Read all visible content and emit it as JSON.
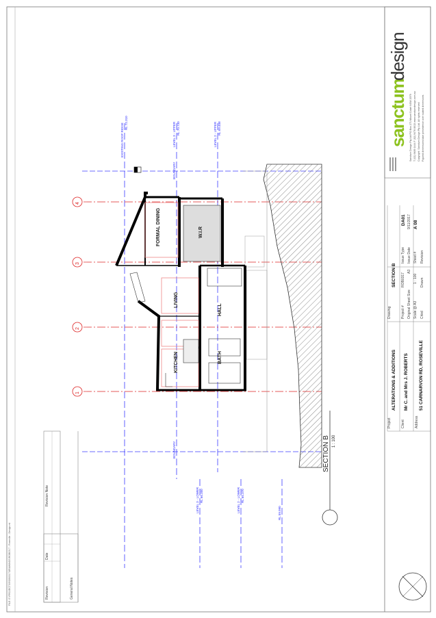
{
  "company": {
    "name_part1": "sanctum",
    "name_part2": "design",
    "address": "Sanctum Design Pty Ltd  PO Box 271  Mount Colah  NSW  2079",
    "contact": "T (02) 9489 1444  F (02) 9476 8013  www.sanctumdesign.com.au",
    "copyright": "Copyright: Sanctum Design Pty Ltd. All rights reserved",
    "note": "Figured dimensions take precedence over scaled dimensions"
  },
  "title_block": {
    "project_label": "Project",
    "project": "ALTERATIONS & ADDITIONS",
    "client_label": "Client",
    "client": "Mr C. and Mrs J. ROBERTS",
    "address_label": "Address",
    "address": "51 CARNARVON RD, ROSEVILLE",
    "drawing_label": "Drawing",
    "drawing": "SECTION B",
    "project_no_label": "Project #",
    "project_no": "ROB0317",
    "issue_type_label": "Issue Type",
    "issue_type": "DA01",
    "sheet_size_label": "Original Sheet Size",
    "sheet_size": "A3",
    "issue_date_label": "Issue Date",
    "issue_date": "9/11/2017",
    "scale_label": "Scale @ A3",
    "scale": "1 : 100",
    "sheet_no_label": "Sheet #",
    "sheet_no": "A 08",
    "revision_label": "Revision",
    "checked_label": "Chkd",
    "drawn_label": "Drawn"
  },
  "revisions": {
    "revision_col": "Revision",
    "date_col": "Date",
    "notes_col": "Revision Note",
    "general_notes": "General Notes"
  },
  "file_path": "FILE: E:\\PROJECTS\\ROB0317\\DRAWINGS\\ROB0317 - Roseville - Design.rvt",
  "section": {
    "title": "SECTION B",
    "scale": "1 : 100"
  },
  "gridlines": [
    "1",
    "2",
    "3",
    "4"
  ],
  "levels": [
    {
      "name": "EXISTING ROOF RIDGE",
      "rl": "RL 72.310"
    },
    {
      "name": "LEVEL 3 - UPPER",
      "rl": "RL 70.730"
    },
    {
      "name": "LEVEL 2 - UPPER",
      "rl": "RL 69.408"
    },
    {
      "name": "LEVEL 3 - LOWER",
      "rl": "RL 66.350"
    },
    {
      "name": "LEVEL 2 - LOWER",
      "rl": "RL 65.370"
    },
    {
      "name": "RL 59.990",
      "rl": ""
    }
  ],
  "boundary_label": "BOUNDARY",
  "rooms": [
    "FORMAL DINING",
    "W.I.R",
    "LIVING",
    "HALL",
    "KITCHEN",
    "BATH"
  ],
  "colors": {
    "level_line": "#3b3bff",
    "gridline": "#dd2222",
    "brand_green": "#8dc21f",
    "wall": "#000000"
  }
}
